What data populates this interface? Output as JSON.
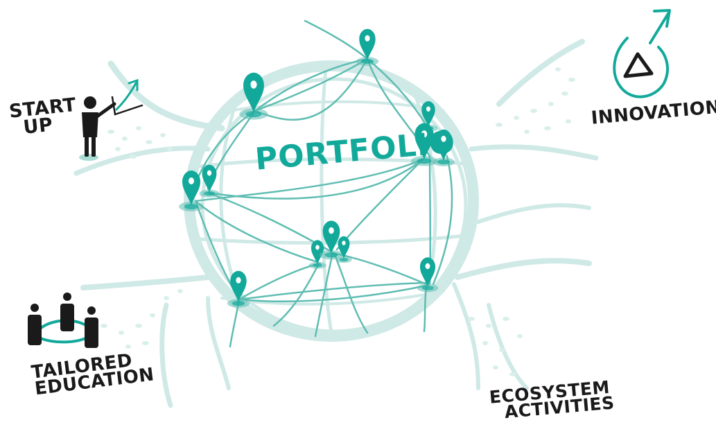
{
  "center": {
    "label": "PORTFOLIO"
  },
  "corners": {
    "top_left": {
      "line1": "START",
      "line2": "UP",
      "icon": "presenter-with-growth-arrow-icon"
    },
    "top_right": {
      "line1": "INNOVATION",
      "icon": "triangle-with-arrow-icon"
    },
    "bottom_left": {
      "line1": "TAILORED",
      "line2": "EDUCATION",
      "icon": "group-of-people-icon"
    },
    "bottom_right": {
      "line1": "ECOSYSTEM",
      "line2": "ACTIVITIES"
    }
  },
  "colors": {
    "teal": "#12a99b",
    "teal_light": "#cfe9e6",
    "teal_dots": "#d9efec",
    "ink": "#1a1a1a"
  }
}
